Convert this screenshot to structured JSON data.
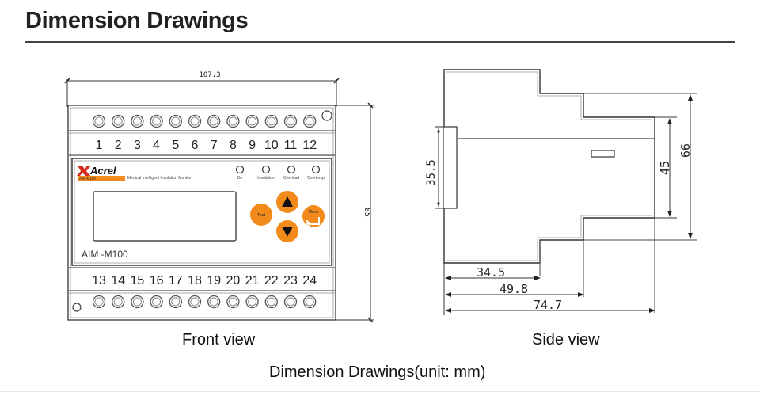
{
  "header": {
    "title": "Dimension Drawings"
  },
  "front_view": {
    "caption": "Front view",
    "width_dim": "107.3",
    "height_dim": "85",
    "top_terminals": [
      "1",
      "2",
      "3",
      "4",
      "5",
      "6",
      "7",
      "8",
      "9",
      "10",
      "11",
      "12"
    ],
    "bottom_terminals": [
      "13",
      "14",
      "15",
      "16",
      "17",
      "18",
      "19",
      "20",
      "21",
      "22",
      "23",
      "24"
    ],
    "panel": {
      "brand": "Acrel",
      "brand_tag": "AIM-M100",
      "product_name": "Medical Intelligent Insulation Monitor",
      "model": "AIM -M100",
      "indicators": [
        "On",
        "Insulation",
        "Overload",
        "Overtemp"
      ],
      "buttons": {
        "test": "Test",
        "menu": "Menu",
        "up": "up-arrow",
        "down": "down-arrow",
        "enter": "enter-arrow"
      },
      "accent_color": "#f28a1c"
    }
  },
  "side_view": {
    "caption": "Side view",
    "rail_dim": "35.5",
    "inner_height_dim": "45",
    "outer_height_dim": "66",
    "depth_dims": [
      "34.5",
      "49.8",
      "74.7"
    ]
  },
  "footer": {
    "caption": "Dimension Drawings(unit: mm)"
  }
}
